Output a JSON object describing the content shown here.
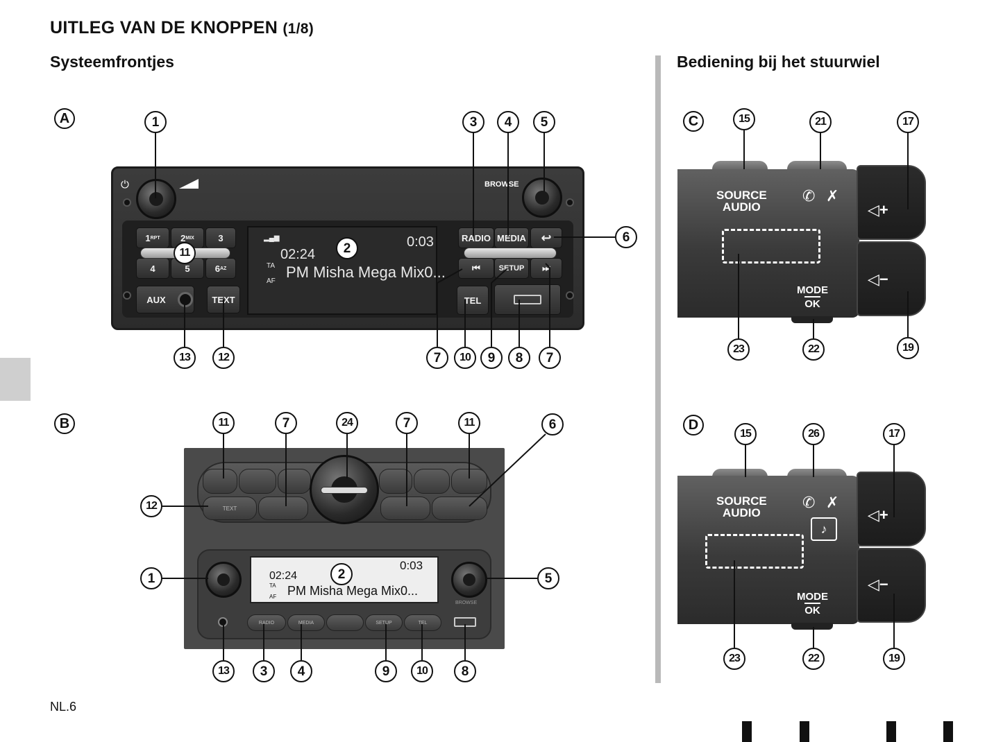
{
  "header": {
    "title": "UITLEG VAN DE KNOPPEN",
    "title_page": "(1/8)",
    "left_section": "Systeemfrontjes",
    "right_section": "Bediening bij het stuurwiel"
  },
  "footer": {
    "page_number": "NL.6"
  },
  "panel_a": {
    "letter": "A",
    "lcd": {
      "time_left": "02:24",
      "time_right": "0:03",
      "track": "PM Misha Mega Mix0...",
      "ta": "TA",
      "af": "AF"
    },
    "buttons": {
      "preset_1": "1",
      "preset_1_sub": "RPT",
      "preset_2": "2",
      "preset_2_sub": "MIX",
      "preset_3": "3",
      "preset_4": "4",
      "preset_5": "5",
      "preset_6": "6",
      "preset_6_sub": "AZ",
      "aux": "AUX",
      "text": "TEXT",
      "radio": "RADIO",
      "media": "MEDIA",
      "back": "↩",
      "prev": "⏮",
      "setup": "SETUP",
      "next": "⏭",
      "tel": "TEL",
      "browse": "BROWSE",
      "power": "⏻"
    },
    "callouts": [
      "1",
      "2",
      "3",
      "4",
      "5",
      "6",
      "11",
      "13",
      "12",
      "7",
      "10",
      "9",
      "8",
      "7"
    ]
  },
  "panel_b": {
    "letter": "B",
    "lcd": {
      "time_left": "02:24",
      "time_right": "0:03",
      "track": "PM Misha Mega Mix0...",
      "ta": "TA",
      "af": "AF"
    },
    "buttons": {
      "radio": "RADIO",
      "media": "MEDIA",
      "setup": "SETUP",
      "tel": "TEL",
      "text": "TEXT",
      "browse": "BROWSE"
    },
    "callouts": [
      "11",
      "7",
      "24",
      "7",
      "11",
      "6",
      "12",
      "1",
      "2",
      "5",
      "13",
      "3",
      "4",
      "9",
      "10",
      "8"
    ]
  },
  "panel_c": {
    "letter": "C",
    "source_label_1": "SOURCE",
    "source_label_2": "AUDIO",
    "mode": "MODE",
    "ok": "OK",
    "vol_up": "◁+",
    "vol_down": "◁−",
    "callouts": [
      "15",
      "21",
      "17",
      "23",
      "22",
      "19"
    ]
  },
  "panel_d": {
    "letter": "D",
    "source_label_1": "SOURCE",
    "source_label_2": "AUDIO",
    "mode": "MODE",
    "ok": "OK",
    "vol_up": "◁+",
    "vol_down": "◁−",
    "callouts": [
      "15",
      "26",
      "17",
      "23",
      "22",
      "19"
    ]
  }
}
